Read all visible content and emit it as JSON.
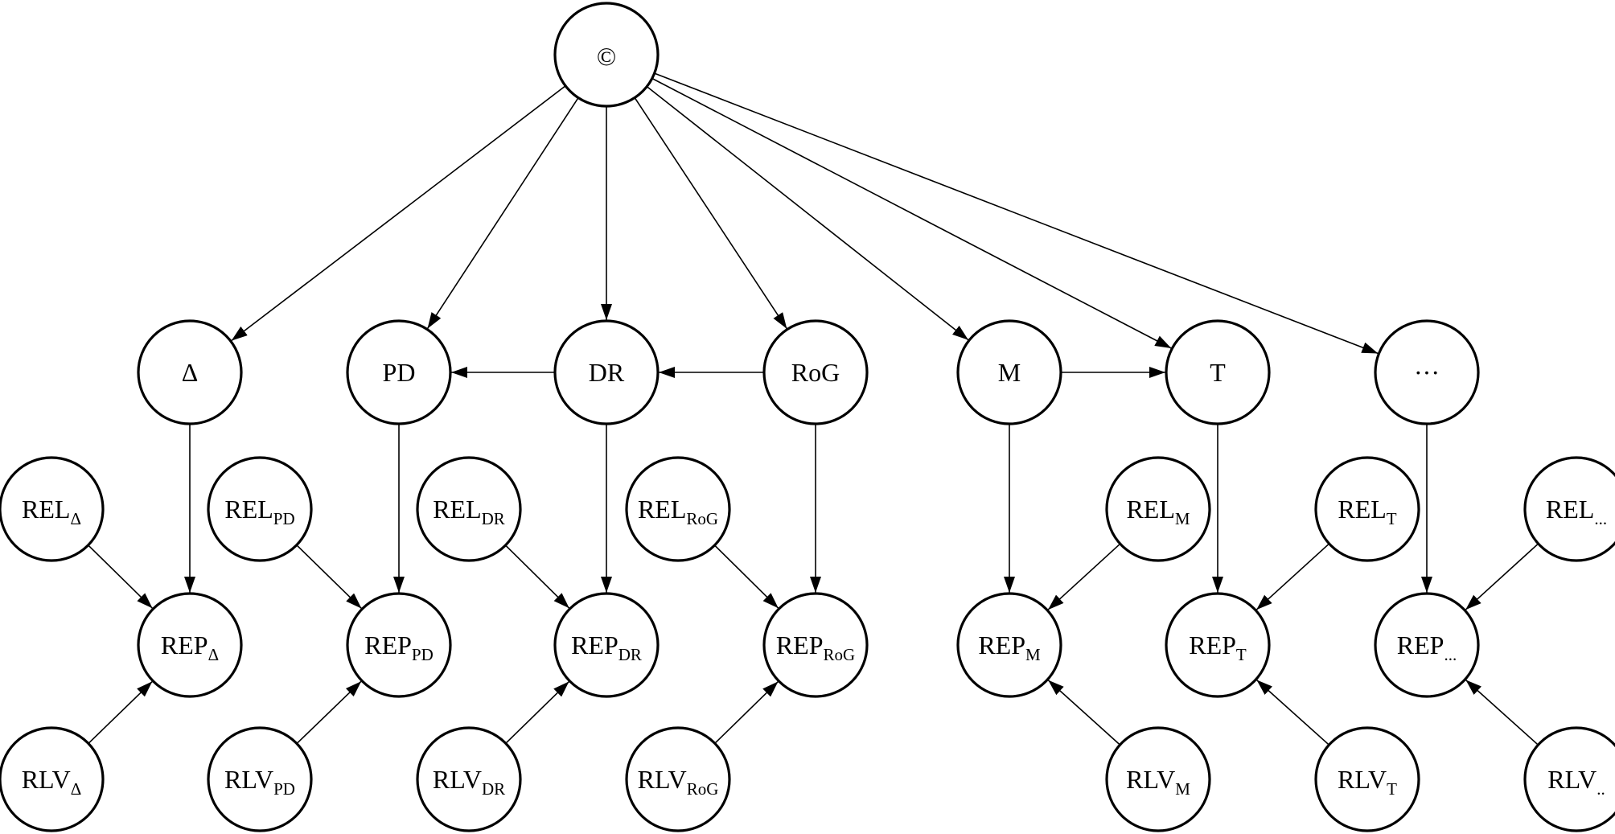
{
  "nodes": [
    {
      "id": "copyright",
      "label": "©",
      "sub": ""
    },
    {
      "id": "delta",
      "label": "Δ",
      "sub": ""
    },
    {
      "id": "pd",
      "label": "PD",
      "sub": ""
    },
    {
      "id": "dr",
      "label": "DR",
      "sub": ""
    },
    {
      "id": "rog",
      "label": "RoG",
      "sub": ""
    },
    {
      "id": "m",
      "label": "M",
      "sub": ""
    },
    {
      "id": "t",
      "label": "T",
      "sub": ""
    },
    {
      "id": "etc",
      "label": "···",
      "sub": ""
    },
    {
      "id": "rel_delta",
      "label": "REL",
      "sub": "Δ"
    },
    {
      "id": "rel_pd",
      "label": "REL",
      "sub": "PD"
    },
    {
      "id": "rel_dr",
      "label": "REL",
      "sub": "DR"
    },
    {
      "id": "rel_rog",
      "label": "REL",
      "sub": "RoG"
    },
    {
      "id": "rel_m",
      "label": "REL",
      "sub": "M"
    },
    {
      "id": "rel_t",
      "label": "REL",
      "sub": "T"
    },
    {
      "id": "rel_etc",
      "label": "REL",
      "sub": "..."
    },
    {
      "id": "rep_delta",
      "label": "REP",
      "sub": "Δ"
    },
    {
      "id": "rep_pd",
      "label": "REP",
      "sub": "PD"
    },
    {
      "id": "rep_dr",
      "label": "REP",
      "sub": "DR"
    },
    {
      "id": "rep_rog",
      "label": "REP",
      "sub": "RoG"
    },
    {
      "id": "rep_m",
      "label": "REP",
      "sub": "M"
    },
    {
      "id": "rep_t",
      "label": "REP",
      "sub": "T"
    },
    {
      "id": "rep_etc",
      "label": "REP",
      "sub": "..."
    },
    {
      "id": "rlv_delta",
      "label": "RLV",
      "sub": "Δ"
    },
    {
      "id": "rlv_pd",
      "label": "RLV",
      "sub": "PD"
    },
    {
      "id": "rlv_dr",
      "label": "RLV",
      "sub": "DR"
    },
    {
      "id": "rlv_rog",
      "label": "RLV",
      "sub": "RoG"
    },
    {
      "id": "rlv_m",
      "label": "RLV",
      "sub": "M"
    },
    {
      "id": "rlv_t",
      "label": "RLV",
      "sub": "T"
    },
    {
      "id": "rlv_etc",
      "label": "RLV",
      "sub": ".."
    }
  ],
  "edges": [
    {
      "from": "copyright",
      "to": "delta"
    },
    {
      "from": "copyright",
      "to": "pd"
    },
    {
      "from": "copyright",
      "to": "dr"
    },
    {
      "from": "copyright",
      "to": "rog"
    },
    {
      "from": "copyright",
      "to": "m"
    },
    {
      "from": "copyright",
      "to": "t"
    },
    {
      "from": "copyright",
      "to": "etc"
    },
    {
      "from": "dr",
      "to": "pd"
    },
    {
      "from": "rog",
      "to": "dr"
    },
    {
      "from": "m",
      "to": "t"
    },
    {
      "from": "delta",
      "to": "rep_delta"
    },
    {
      "from": "pd",
      "to": "rep_pd"
    },
    {
      "from": "dr",
      "to": "rep_dr"
    },
    {
      "from": "rog",
      "to": "rep_rog"
    },
    {
      "from": "m",
      "to": "rep_m"
    },
    {
      "from": "t",
      "to": "rep_t"
    },
    {
      "from": "etc",
      "to": "rep_etc"
    },
    {
      "from": "rel_delta",
      "to": "rep_delta"
    },
    {
      "from": "rel_pd",
      "to": "rep_pd"
    },
    {
      "from": "rel_dr",
      "to": "rep_dr"
    },
    {
      "from": "rel_rog",
      "to": "rep_rog"
    },
    {
      "from": "rel_m",
      "to": "rep_m"
    },
    {
      "from": "rel_t",
      "to": "rep_t"
    },
    {
      "from": "rel_etc",
      "to": "rep_etc"
    },
    {
      "from": "rlv_delta",
      "to": "rep_delta"
    },
    {
      "from": "rlv_pd",
      "to": "rep_pd"
    },
    {
      "from": "rlv_dr",
      "to": "rep_dr"
    },
    {
      "from": "rlv_rog",
      "to": "rep_rog"
    },
    {
      "from": "rlv_m",
      "to": "rep_m"
    },
    {
      "from": "rlv_t",
      "to": "rep_t"
    },
    {
      "from": "rlv_etc",
      "to": "rep_etc"
    }
  ]
}
